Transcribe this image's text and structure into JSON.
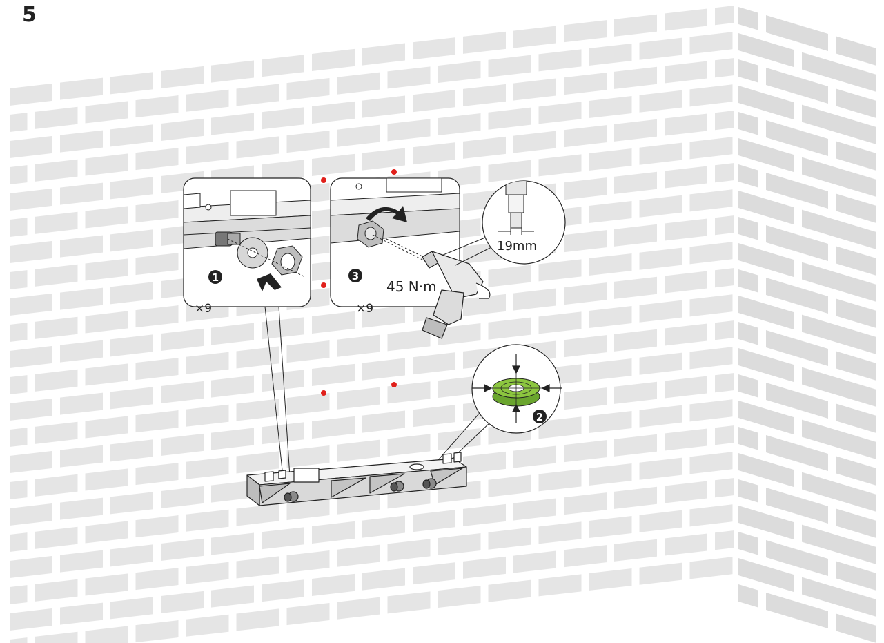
{
  "step_number": "5",
  "callouts": [
    {
      "badge": "1",
      "quantity": "×9"
    },
    {
      "badge": "3",
      "quantity": "×9",
      "torque": "45 N·m"
    }
  ],
  "bit_detail": {
    "size": "19mm"
  },
  "level_detail": {
    "badge": "2"
  },
  "colors": {
    "wall_brick": "#e5e5e5",
    "side_wall_brick": "#dcdcdc",
    "drill_mark": "#e0201b",
    "bubble_level": "#8cc63f",
    "line": "#222222"
  },
  "icons": [
    "bolt-icon",
    "washer-icon",
    "nut-icon",
    "rotate-arrow-icon",
    "drill-icon",
    "socket-bit-icon",
    "bubble-level-icon"
  ]
}
